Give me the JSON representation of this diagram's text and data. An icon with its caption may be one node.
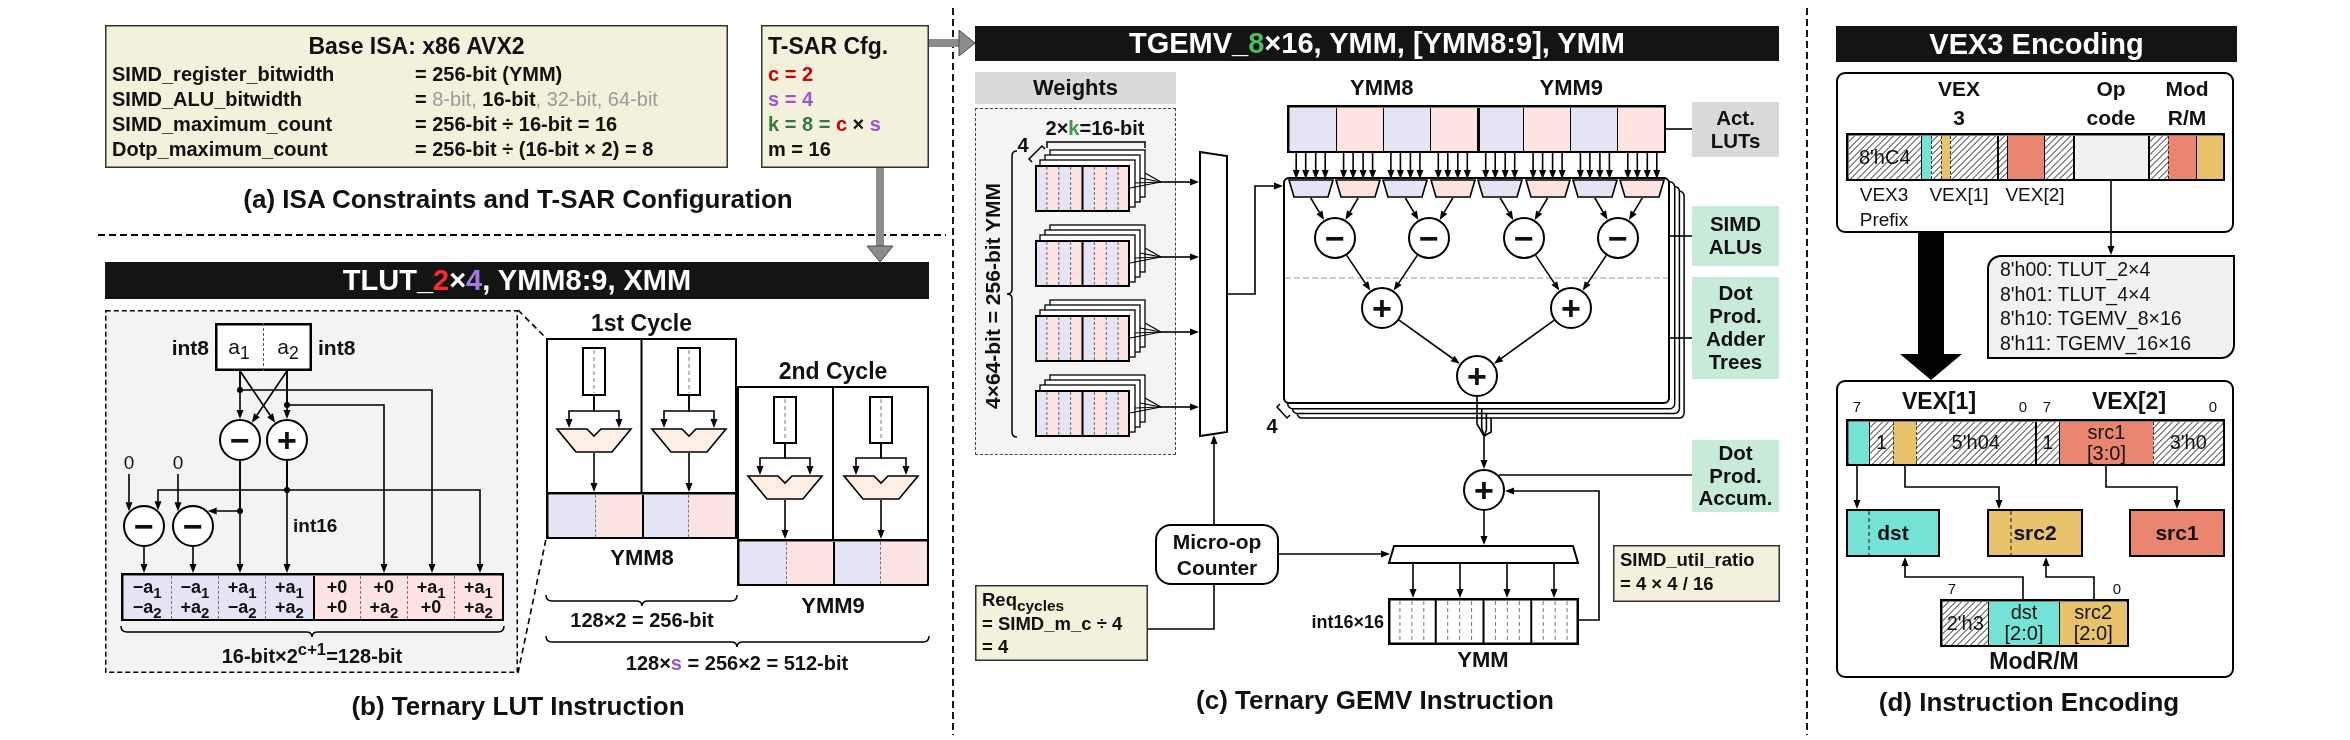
{
  "diagram": {
    "nodes": [
      {
        "text": [
          "Base ISA: x86 AVX2",
          "SIMD_register_bitwidth",
          "= 256-bit (YMM)",
          "SIMD_ALU_bitwidth",
          "**=** 8-bit, **16-bit**, 32-bit, 64-bit",
          "SIMD_maximum_count",
          "= 256-bit ÷ 16-bit = 16",
          "Dotp_maximum_count",
          "= 256-bit ÷ (16-bit × 2) = 8"
        ]
      },
      {
        "text": [
          "T-SAR Cfg.",
          "c = 2",
          "s = 4",
          "k = 8 = c × s",
          "m = 16"
        ]
      },
      {
        "text": [
          "TLUT_2×4, YMM8:9, XMM"
        ]
      },
      {
        "text": [],
        "shape": "box"
      },
      {
        "text": [],
        "shape": "box",
        "in": 3,
        "beside": [
          "int8",
          "int8"
        ]
      },
      {
        "text": [
          "a$_{1}$"
        ],
        "in": 4
      },
      {
        "text": [
          "a$_{2}$"
        ],
        "in": 4
      },
      {
        "text": [
          "−"
        ],
        "in": 3
      },
      {
        "text": [
          "+"
        ],
        "in": 3
      },
      {
        "text": [
          "0"
        ],
        "in": 3
      },
      {
        "text": [
          "0"
        ],
        "in": 3
      },
      {
        "text": [
          "−"
        ],
        "in": 3
      },
      {
        "text": [
          "−"
        ],
        "in": 3
      },
      {
        "text": [
          "−a$_{1}$ −a$_{2}$",
          "−a$_{1}$ +a$_{2}$",
          "+a$_{1}$ −a$_{2}$",
          "+a$_{1}$ +a$_{2}$",
          "+0 +0",
          "+0 +a$_{2}$",
          "+a$_{1}$ +0",
          "+a$_{1}$ +a$_{2}$"
        ],
        "in": 3
      },
      {
        "text": [
          "1st Cycle"
        ]
      },
      {
        "text": [],
        "shape": "box",
        "in": 14
      },
      {
        "text": [],
        "shape": "trapezoid",
        "in": 14
      },
      {
        "text": [],
        "shape": "box",
        "in": 14
      },
      {
        "text": [],
        "shape": "trapezoid",
        "in": 14
      },
      {
        "text": [],
        "shape": "bar",
        "in": 14,
        "beside": [
          "YMM8"
        ]
      },
      {
        "text": [
          "2nd Cycle"
        ]
      },
      {
        "text": [],
        "shape": "box",
        "in": 20
      },
      {
        "text": [],
        "shape": "trapezoid",
        "in": 20
      },
      {
        "text": [],
        "shape": "box",
        "in": 20
      },
      {
        "text": [],
        "shape": "trapezoid",
        "in": 20
      },
      {
        "text": [],
        "shape": "bar",
        "in": 20,
        "beside": [
          "YMM9"
        ]
      },
      {
        "text": [
          "TGEMV_8×16, YMM, [YMM8:9], YMM"
        ]
      },
      {
        "text": [
          "Weights"
        ]
      },
      {
        "text": [],
        "shape": "box",
        "in": 27
      },
      {
        "text": [],
        "shape": "box",
        "in": 27
      },
      {
        "text": [],
        "shape": "box",
        "in": 27
      },
      {
        "text": [],
        "shape": "box",
        "in": 27
      },
      {
        "text": [],
        "shape": "trapezoid"
      },
      {
        "text": [
          "YMM8",
          "YMM9"
        ]
      },
      {
        "text": [
          "Act. LUTs"
        ]
      },
      {
        "text": [],
        "shape": "box"
      },
      {
        "text": [],
        "shape": "trapezoid",
        "in": 35
      },
      {
        "text": [],
        "shape": "trapezoid",
        "in": 35
      },
      {
        "text": [],
        "shape": "trapezoid",
        "in": 35
      },
      {
        "text": [],
        "shape": "trapezoid",
        "in": 35
      },
      {
        "text": [],
        "shape": "trapezoid",
        "in": 35
      },
      {
        "text": [],
        "shape": "trapezoid",
        "in": 35
      },
      {
        "text": [],
        "shape": "trapezoid",
        "in": 35
      },
      {
        "text": [],
        "shape": "trapezoid",
        "in": 35
      },
      {
        "text": [
          "−"
        ],
        "in": 35
      },
      {
        "text": [
          "−"
        ],
        "in": 35
      },
      {
        "text": [
          "−"
        ],
        "in": 35
      },
      {
        "text": [
          "−"
        ],
        "in": 35
      },
      {
        "text": [
          "+"
        ],
        "in": 35
      },
      {
        "text": [
          "+"
        ],
        "in": 35
      },
      {
        "text": [
          "+"
        ],
        "in": 35
      },
      {
        "text": [
          "SIMD ALUs"
        ]
      },
      {
        "text": [
          "Dot Prod. Adder Trees"
        ]
      },
      {
        "text": [
          "+"
        ]
      },
      {
        "text": [
          "Dot Prod. Accum."
        ]
      },
      {
        "text": [],
        "shape": "trapezoid"
      },
      {
        "text": [],
        "shape": "bar",
        "beside": [
          "int16×16",
          "YMM"
        ]
      },
      {
        "text": [
          "Micro-op Counter"
        ]
      },
      {
        "text": [
          "Req$_{cycles}$",
          "= SIMD_m_c ÷ 4",
          "= 4"
        ]
      },
      {
        "text": [
          "SIMD_util_ratio",
          "= 4 × 4 / 16"
        ]
      },
      {
        "text": [
          "VEX3 Encoding"
        ]
      },
      {
        "text": [],
        "shape": "box"
      },
      {
        "text": [
          "8'hC4"
        ],
        "in": 61,
        "beside": [
          "VEX 3",
          "Op code",
          "Mod R/M",
          "VEX3 Prefix",
          "VEX[1]",
          "VEX[2]"
        ]
      },
      {
        "text": [
          "8'h00: TLUT_2×4",
          "8'h01: TLUT_4×4",
          "8'h10: TGEMV_8×16",
          "8'h11: TGEMV_16×16"
        ]
      },
      {
        "text": [],
        "shape": "box"
      },
      {
        "text": [
          "1",
          "5'h04",
          "1",
          "src1 [3:0]",
          "3'h0"
        ],
        "in": 64,
        "beside": [
          "7",
          "VEX[1]",
          "0",
          "7",
          "VEX[2]",
          "0"
        ]
      },
      {
        "text": [
          "dst"
        ],
        "in": 64
      },
      {
        "text": [
          "src2"
        ],
        "in": 64
      },
      {
        "text": [
          "src1"
        ],
        "in": 64
      },
      {
        "text": [
          "2'h3",
          "dst [2:0]",
          "src2 [2:0]"
        ],
        "in": 64,
        "beside": [
          "7",
          "0",
          "ModR/M"
        ]
      }
    ],
    "edges": [
      {
        "from": 1,
        "to": 2,
        "arrow": "to",
        "style": "thick",
        "color": "#8c8c8c"
      },
      {
        "from": 1,
        "to": 26,
        "arrow": "to",
        "style": "thick",
        "color": "#8c8c8c"
      },
      {
        "from": 3,
        "to": 14,
        "arrow": "none",
        "style": "dashed"
      },
      {
        "from": 3,
        "to": 14,
        "arrow": "none",
        "style": "dashed"
      },
      {
        "from": 5,
        "to": 7,
        "arrow": "to"
      },
      {
        "from": 5,
        "to": 8,
        "arrow": "to"
      },
      {
        "from": 6,
        "to": 7,
        "arrow": "to"
      },
      {
        "from": 6,
        "to": 8,
        "arrow": "to"
      },
      {
        "from": 5,
        "to": 13,
        "arrow": "to"
      },
      {
        "from": 6,
        "to": 13,
        "arrow": "to"
      },
      {
        "from": 7,
        "to": 13,
        "arrow": "to"
      },
      {
        "from": 7,
        "to": 12,
        "arrow": "to"
      },
      {
        "from": 8,
        "to": 13,
        "arrow": "to"
      },
      {
        "from": 8,
        "to": 11,
        "arrow": "to"
      },
      {
        "from": 9,
        "to": 11,
        "arrow": "to"
      },
      {
        "from": 10,
        "to": 12,
        "arrow": "to"
      },
      {
        "from": 11,
        "to": 13,
        "arrow": "to"
      },
      {
        "from": 12,
        "to": 13,
        "arrow": "to"
      },
      {
        "from": 15,
        "to": 16,
        "arrow": "to"
      },
      {
        "from": 15,
        "to": 16,
        "arrow": "to"
      },
      {
        "from": 16,
        "to": 19,
        "arrow": "to"
      },
      {
        "from": 17,
        "to": 18,
        "arrow": "to"
      },
      {
        "from": 17,
        "to": 18,
        "arrow": "to"
      },
      {
        "from": 18,
        "to": 19,
        "arrow": "to"
      },
      {
        "from": 21,
        "to": 22,
        "arrow": "to"
      },
      {
        "from": 21,
        "to": 22,
        "arrow": "to"
      },
      {
        "from": 22,
        "to": 25,
        "arrow": "to"
      },
      {
        "from": 23,
        "to": 24,
        "arrow": "to"
      },
      {
        "from": 23,
        "to": 24,
        "arrow": "to"
      },
      {
        "from": 24,
        "to": 25,
        "arrow": "to"
      },
      {
        "from": 28,
        "to": 32,
        "arrow": "to"
      },
      {
        "from": 29,
        "to": 32,
        "arrow": "to"
      },
      {
        "from": 30,
        "to": 32,
        "arrow": "to"
      },
      {
        "from": 31,
        "to": 32,
        "arrow": "to"
      },
      {
        "from": 32,
        "to": 35,
        "arrow": "to"
      },
      {
        "from": 34,
        "to": 33,
        "arrow": "none"
      },
      {
        "from": 33,
        "to": 36,
        "arrow": "to"
      },
      {
        "from": 33,
        "to": 36,
        "arrow": "to"
      },
      {
        "from": 33,
        "to": 36,
        "arrow": "to"
      },
      {
        "from": 33,
        "to": 36,
        "arrow": "to"
      },
      {
        "from": 33,
        "to": 37,
        "arrow": "to"
      },
      {
        "from": 33,
        "to": 37,
        "arrow": "to"
      },
      {
        "from": 33,
        "to": 37,
        "arrow": "to"
      },
      {
        "from": 33,
        "to": 37,
        "arrow": "to"
      },
      {
        "from": 33,
        "to": 38,
        "arrow": "to"
      },
      {
        "from": 33,
        "to": 38,
        "arrow": "to"
      },
      {
        "from": 33,
        "to": 38,
        "arrow": "to"
      },
      {
        "from": 33,
        "to": 38,
        "arrow": "to"
      },
      {
        "from": 33,
        "to": 39,
        "arrow": "to"
      },
      {
        "from": 33,
        "to": 39,
        "arrow": "to"
      },
      {
        "from": 33,
        "to": 39,
        "arrow": "to"
      },
      {
        "from": 33,
        "to": 39,
        "arrow": "to"
      },
      {
        "from": 33,
        "to": 40,
        "arrow": "to"
      },
      {
        "from": 33,
        "to": 40,
        "arrow": "to"
      },
      {
        "from": 33,
        "to": 40,
        "arrow": "to"
      },
      {
        "from": 33,
        "to": 40,
        "arrow": "to"
      },
      {
        "from": 33,
        "to": 41,
        "arrow": "to"
      },
      {
        "from": 33,
        "to": 41,
        "arrow": "to"
      },
      {
        "from": 33,
        "to": 41,
        "arrow": "to"
      },
      {
        "from": 33,
        "to": 41,
        "arrow": "to"
      },
      {
        "from": 33,
        "to": 42,
        "arrow": "to"
      },
      {
        "from": 33,
        "to": 42,
        "arrow": "to"
      },
      {
        "from": 33,
        "to": 42,
        "arrow": "to"
      },
      {
        "from": 33,
        "to": 42,
        "arrow": "to"
      },
      {
        "from": 33,
        "to": 43,
        "arrow": "to"
      },
      {
        "from": 33,
        "to": 43,
        "arrow": "to"
      },
      {
        "from": 33,
        "to": 43,
        "arrow": "to"
      },
      {
        "from": 33,
        "to": 43,
        "arrow": "to"
      },
      {
        "from": 36,
        "to": 44,
        "arrow": "to"
      },
      {
        "from": 37,
        "to": 44,
        "arrow": "to"
      },
      {
        "from": 38,
        "to": 45,
        "arrow": "to"
      },
      {
        "from": 39,
        "to": 45,
        "arrow": "to"
      },
      {
        "from": 40,
        "to": 46,
        "arrow": "to"
      },
      {
        "from": 41,
        "to": 46,
        "arrow": "to"
      },
      {
        "from": 42,
        "to": 47,
        "arrow": "to"
      },
      {
        "from": 43,
        "to": 47,
        "arrow": "to"
      },
      {
        "from": 44,
        "to": 48,
        "arrow": "to"
      },
      {
        "from": 45,
        "to": 48,
        "arrow": "to"
      },
      {
        "from": 46,
        "to": 49,
        "arrow": "to"
      },
      {
        "from": 47,
        "to": 49,
        "arrow": "to"
      },
      {
        "from": 48,
        "to": 50,
        "arrow": "to"
      },
      {
        "from": 49,
        "to": 50,
        "arrow": "to"
      },
      {
        "from": 50,
        "to": 53,
        "arrow": "to"
      },
      {
        "from": 54,
        "to": 53,
        "arrow": "none"
      },
      {
        "from": 51,
        "to": 35,
        "arrow": "none"
      },
      {
        "from": 52,
        "to": 35,
        "arrow": "none"
      },
      {
        "from": 53,
        "to": 55,
        "arrow": "to"
      },
      {
        "from": 55,
        "to": 56,
        "arrow": "to"
      },
      {
        "from": 55,
        "to": 56,
        "arrow": "to"
      },
      {
        "from": 55,
        "to": 56,
        "arrow": "to"
      },
      {
        "from": 55,
        "to": 56,
        "arrow": "to"
      },
      {
        "from": 56,
        "to": 53,
        "arrow": "to"
      },
      {
        "from": 57,
        "to": 32,
        "arrow": "to"
      },
      {
        "from": 57,
        "to": 55,
        "arrow": "to"
      },
      {
        "from": 58,
        "to": 57,
        "arrow": "none"
      },
      {
        "from": 62,
        "to": 63,
        "arrow": "to"
      },
      {
        "from": 61,
        "to": 64,
        "arrow": "to",
        "style": "thick"
      },
      {
        "from": 65,
        "to": 66,
        "arrow": "to"
      },
      {
        "from": 65,
        "to": 67,
        "arrow": "to"
      },
      {
        "from": 65,
        "to": 68,
        "arrow": "to"
      },
      {
        "from": 69,
        "to": 66,
        "arrow": "to"
      },
      {
        "from": 69,
        "to": 67,
        "arrow": "to"
      }
    ],
    "labels": [
      "(a) ISA Constraints and T-SAR Configuration",
      "int16",
      "16-bit×2$^{c+1}$=128-bit",
      "128×2 = 256-bit",
      "128×s = 256×2 = 512-bit",
      "(b) Ternary LUT Instruction",
      "2×k=16-bit",
      "4",
      "4×64-bit = 256-bit YMM",
      "4",
      "(c) Ternary GEMV Instruction",
      "(d) Instruction Encoding"
    ]
  }
}
